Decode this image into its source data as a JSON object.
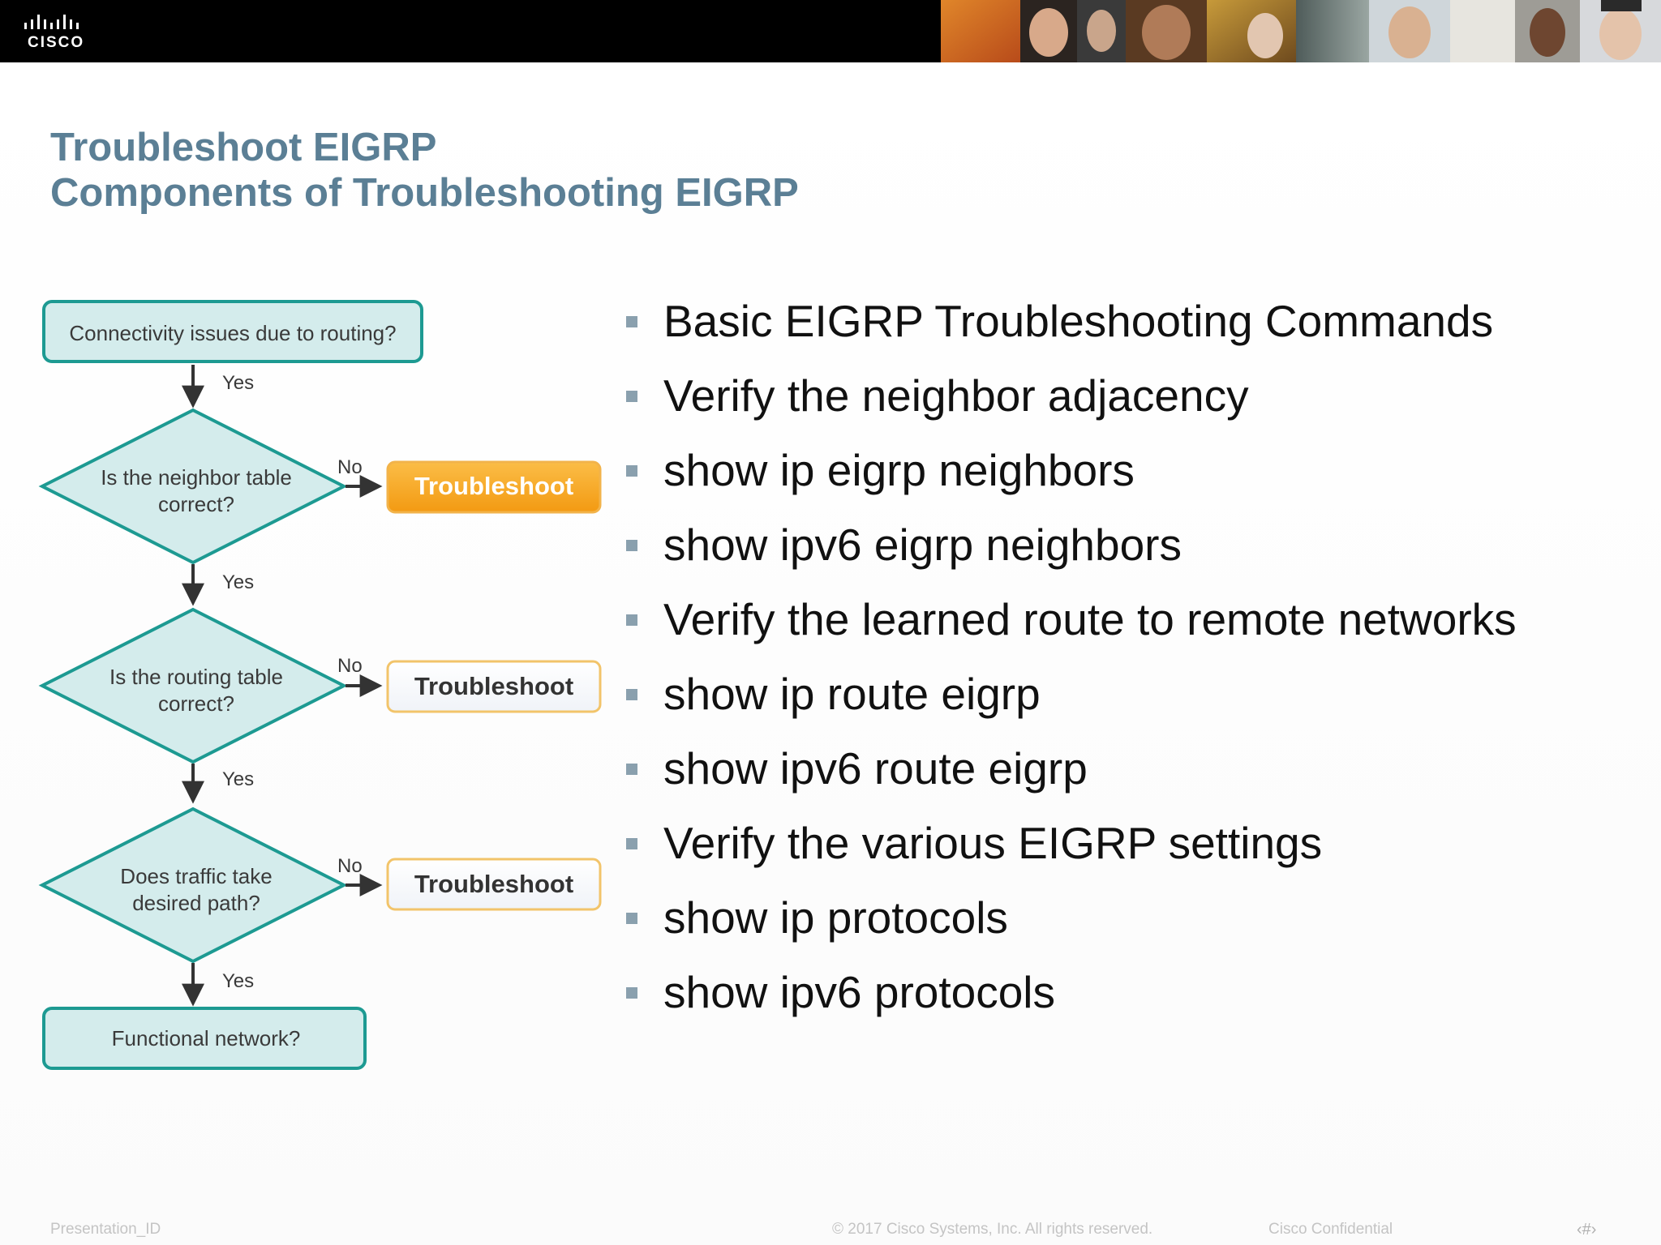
{
  "header": {
    "logo_text": "CISCO",
    "brand_color": "#000000"
  },
  "slide": {
    "title_line1": "Troubleshoot EIGRP",
    "title_line2": "Components of Troubleshooting EIGRP",
    "title_color": "#5b7f95"
  },
  "flowchart": {
    "start": "Connectivity issues due to routing?",
    "decisions": [
      {
        "line1": "Is the neighbor table",
        "line2": "correct?",
        "yes_label": "Yes",
        "no_label": "No",
        "action": "Troubleshoot",
        "action_style": "highlighted"
      },
      {
        "line1": "Is the routing table",
        "line2": "correct?",
        "yes_label": "Yes",
        "no_label": "No",
        "action": "Troubleshoot",
        "action_style": "normal"
      },
      {
        "line1": "Does traffic take",
        "line2": "desired path?",
        "yes_label": "Yes",
        "no_label": "No",
        "action": "Troubleshoot",
        "action_style": "normal"
      }
    ],
    "first_yes": "Yes",
    "end": "Functional network?",
    "colors": {
      "shape_fill": "#d4ecec",
      "shape_stroke": "#1d9a92",
      "highlight": "#f7a21b"
    }
  },
  "bullets": [
    "Basic EIGRP Troubleshooting Commands",
    "Verify the neighbor adjacency",
    "show ip eigrp neighbors",
    "show ipv6 eigrp neighbors",
    "Verify the learned route to remote networks",
    "show ip route eigrp",
    "show ipv6 route eigrp",
    "Verify the various EIGRP settings",
    "show ip protocols",
    "show ipv6 protocols"
  ],
  "footer": {
    "presentation_id": "Presentation_ID",
    "copyright": "© 2017 Cisco Systems, Inc. All rights reserved.",
    "confidential": "Cisco Confidential",
    "page_number": "‹#›"
  }
}
